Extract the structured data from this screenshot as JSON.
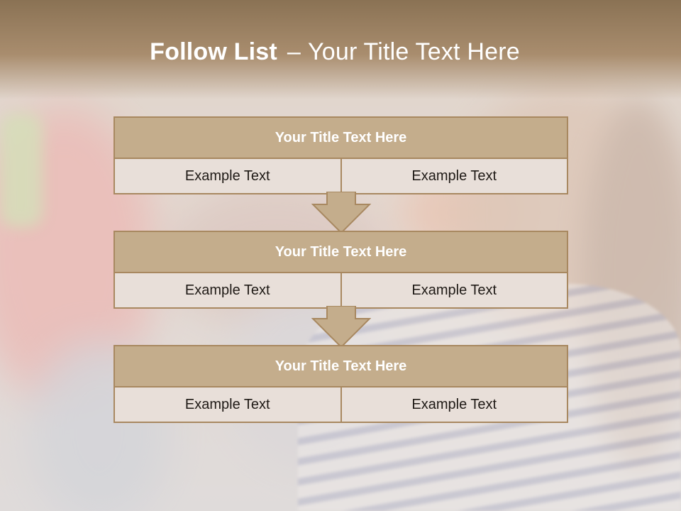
{
  "header": {
    "title_bold": "Follow List",
    "title_separator": "–",
    "title_rest": "Your Title Text Here"
  },
  "blocks": [
    {
      "title": "Your Title Text Here",
      "left": "Example Text",
      "right": "Example Text"
    },
    {
      "title": "Your Title Text Here",
      "left": "Example Text",
      "right": "Example Text"
    },
    {
      "title": "Your Title Text Here",
      "left": "Example Text",
      "right": "Example Text"
    }
  ],
  "colors": {
    "accent": "#c4ad8c",
    "border": "#a88860",
    "cell_bg": "#e8dfd9"
  },
  "icons": [
    "down-arrow-icon",
    "down-arrow-icon"
  ]
}
